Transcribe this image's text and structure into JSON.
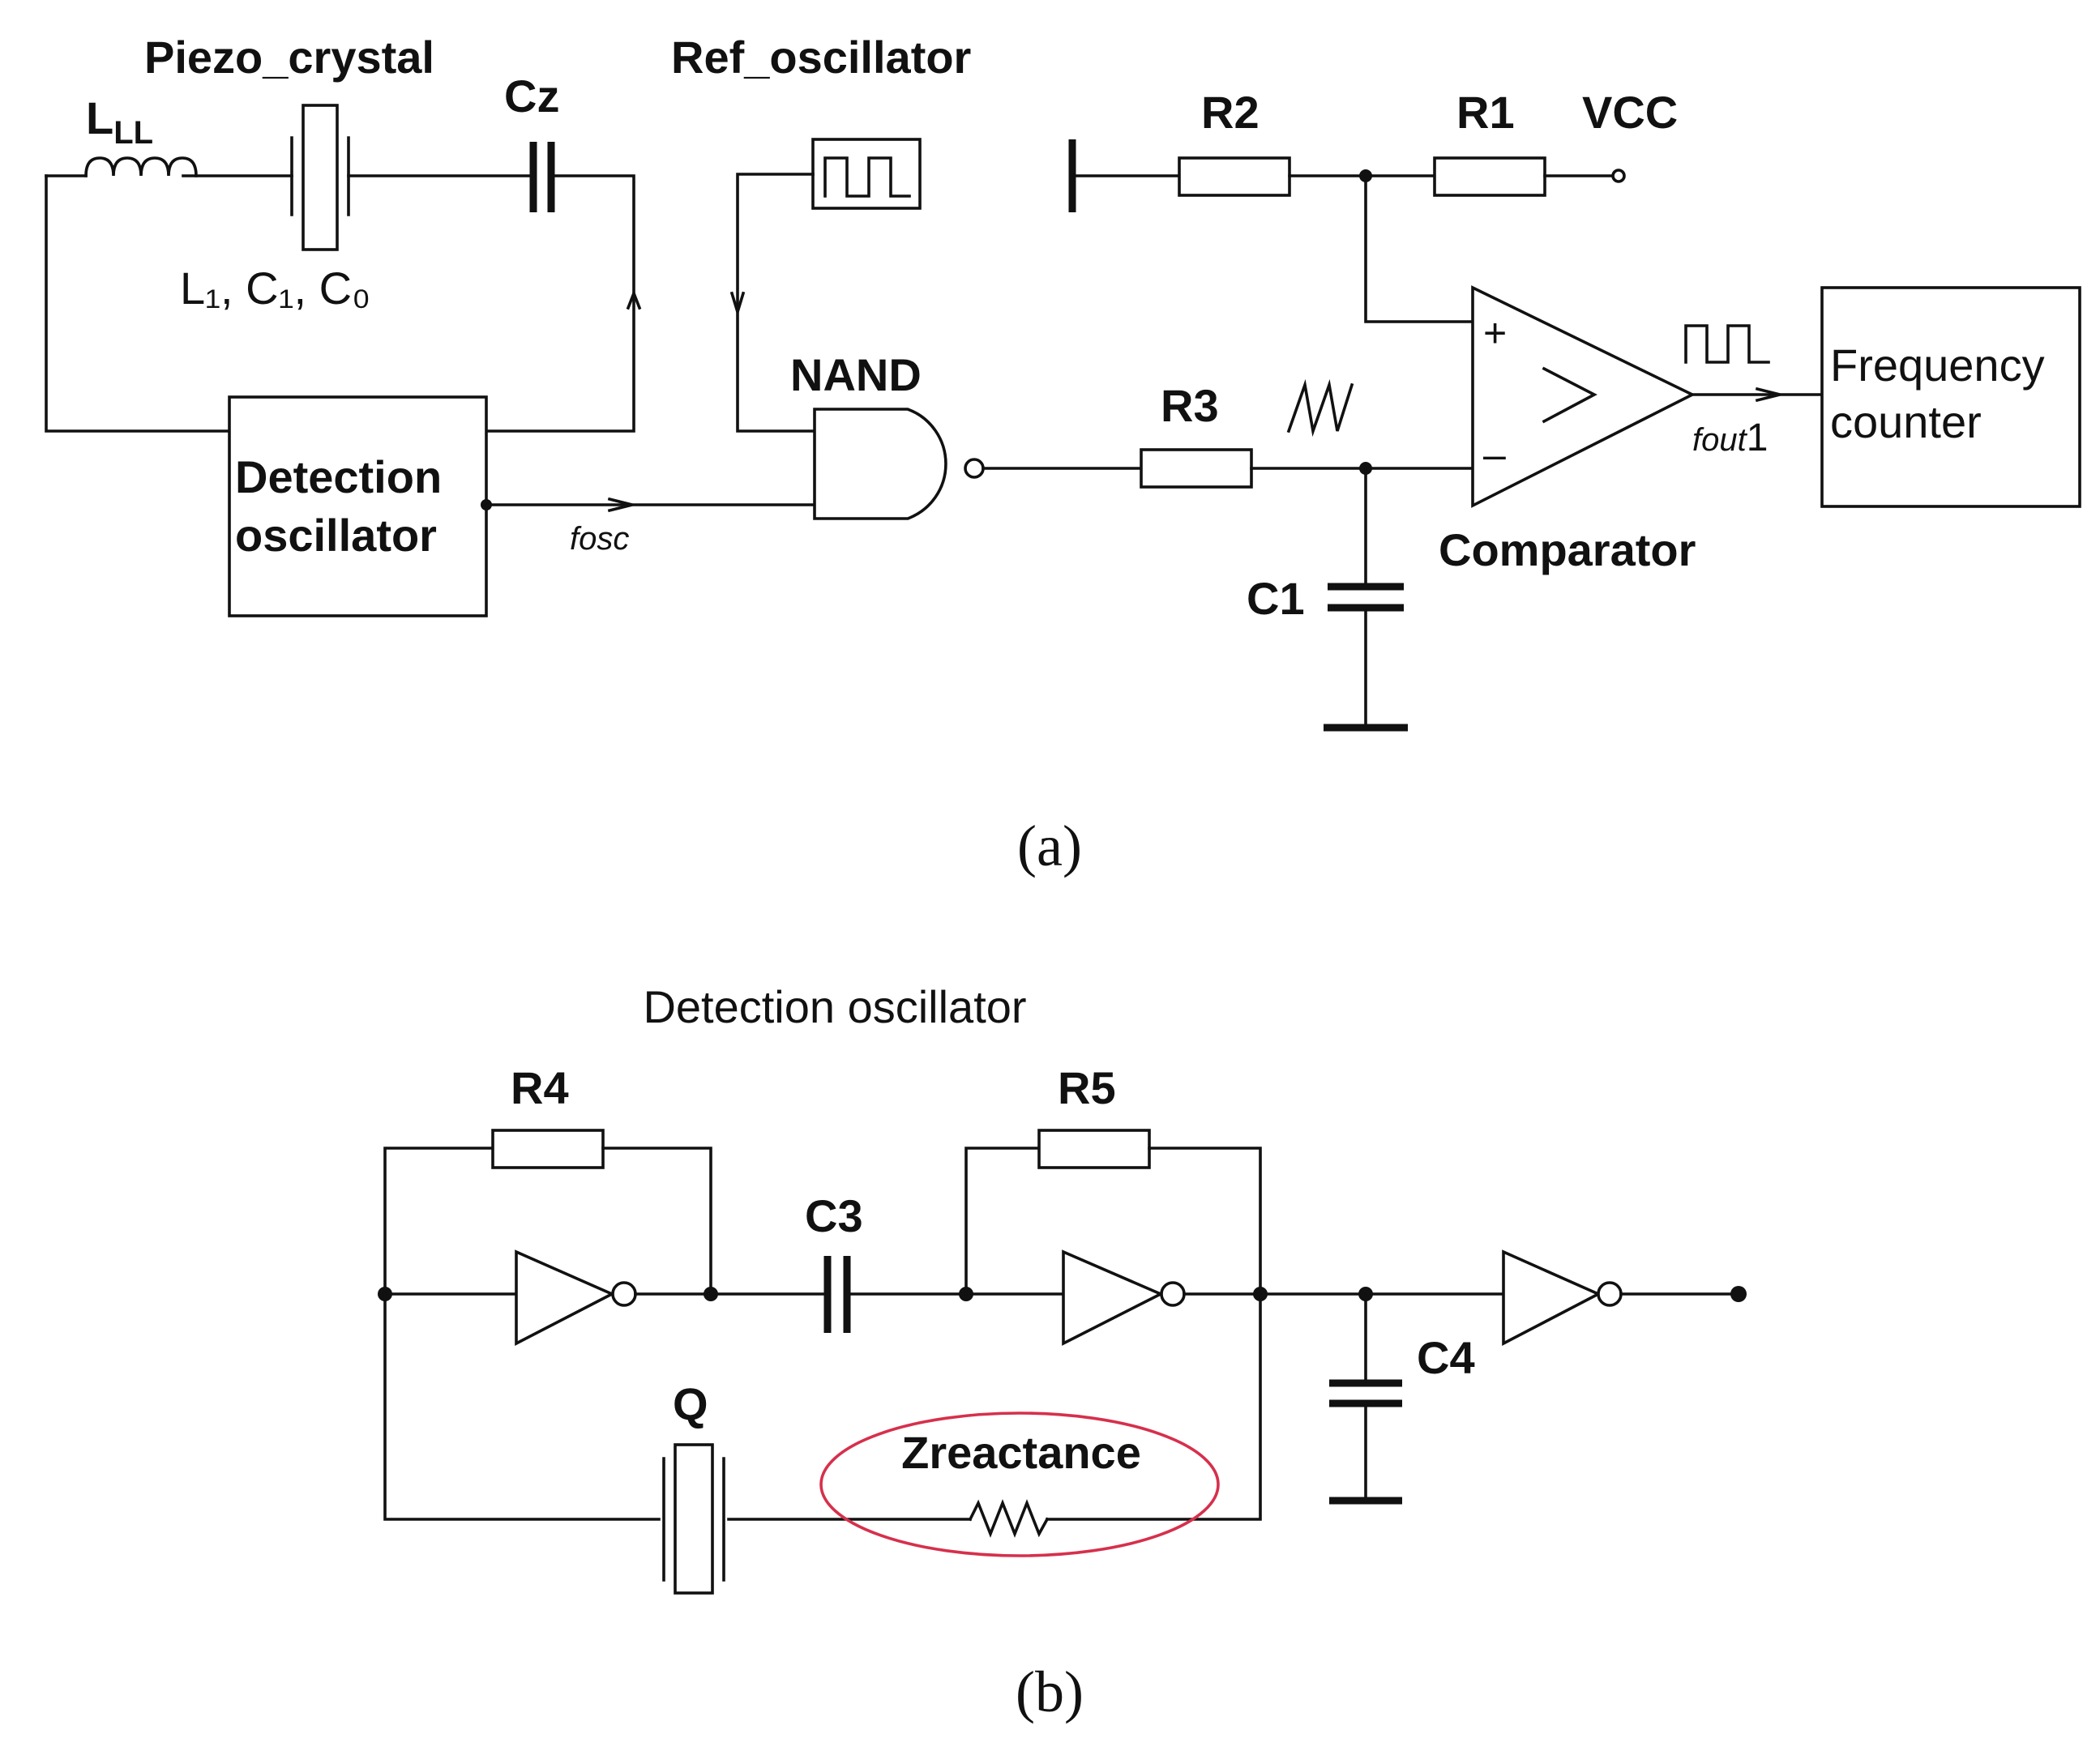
{
  "panel_a": {
    "caption": "(a)",
    "labels": {
      "piezo_crystal": "Piezo_crystal",
      "ref_oscillator": "Ref_oscillator",
      "inductor_main": "L",
      "inductor_sub": "LL",
      "cz": "Cz",
      "r2": "R2",
      "r1": "R1",
      "vcc": "VCC",
      "crystal_params": "L₁, C₁, C₀",
      "nand": "NAND",
      "r3": "R3",
      "detection_osc_line1": "Detection",
      "detection_osc_line2": "oscillator",
      "fosc": "fosc",
      "comparator": "Comparator",
      "fout_italic": "fout",
      "fout_suffix": "1",
      "freq_counter_line1": "Frequency",
      "freq_counter_line2": "counter",
      "c1": "C1",
      "plus": "+",
      "minus": "–"
    }
  },
  "panel_b": {
    "caption": "(b)",
    "labels": {
      "title": "Detection oscillator",
      "r4": "R4",
      "r5": "R5",
      "c3": "C3",
      "c4": "C4",
      "q": "Q",
      "zreactance": "Zreactance"
    },
    "highlight_color": "#d6304c"
  }
}
